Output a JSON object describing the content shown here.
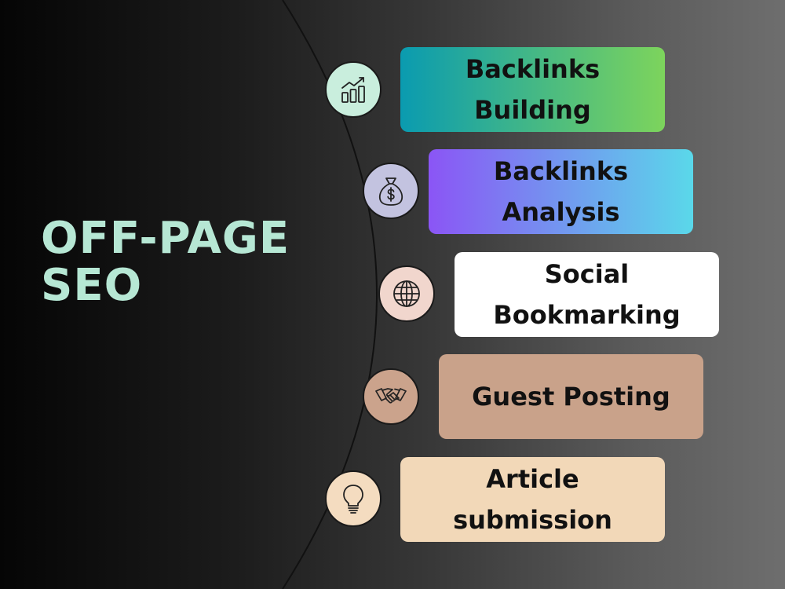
{
  "title": {
    "line1": "OFF-PAGE",
    "line2": "SEO"
  },
  "colors": {
    "title": "#b6e7d4",
    "arc": "#111111"
  },
  "items": [
    {
      "line1": "Backlinks",
      "line2": "Building",
      "icon": "growth-chart-icon",
      "icon_bg": "#c9eedd",
      "box_gradient": [
        "#0a9bb0",
        "#7dd45c"
      ]
    },
    {
      "line1": "Backlinks",
      "line2": "Analysis",
      "icon": "money-bag-icon",
      "icon_bg": "#c3c3e0",
      "box_gradient": [
        "#8b55f5",
        "#5ad8ea"
      ]
    },
    {
      "line1": "Social",
      "line2": "Bookmarking",
      "icon": "globe-icon",
      "icon_bg": "#f1d6cd",
      "box_gradient": [
        "#ffffff",
        "#ffffff"
      ]
    },
    {
      "line1": "Guest Posting",
      "line2": "",
      "icon": "handshake-icon",
      "icon_bg": "#cba38c",
      "box_gradient": [
        "#c9a28a",
        "#c9a28a"
      ]
    },
    {
      "line1": "Article",
      "line2": "submission",
      "icon": "lightbulb-icon",
      "icon_bg": "#f4dcc0",
      "box_gradient": [
        "#f2d8b8",
        "#f2d8b8"
      ]
    }
  ]
}
